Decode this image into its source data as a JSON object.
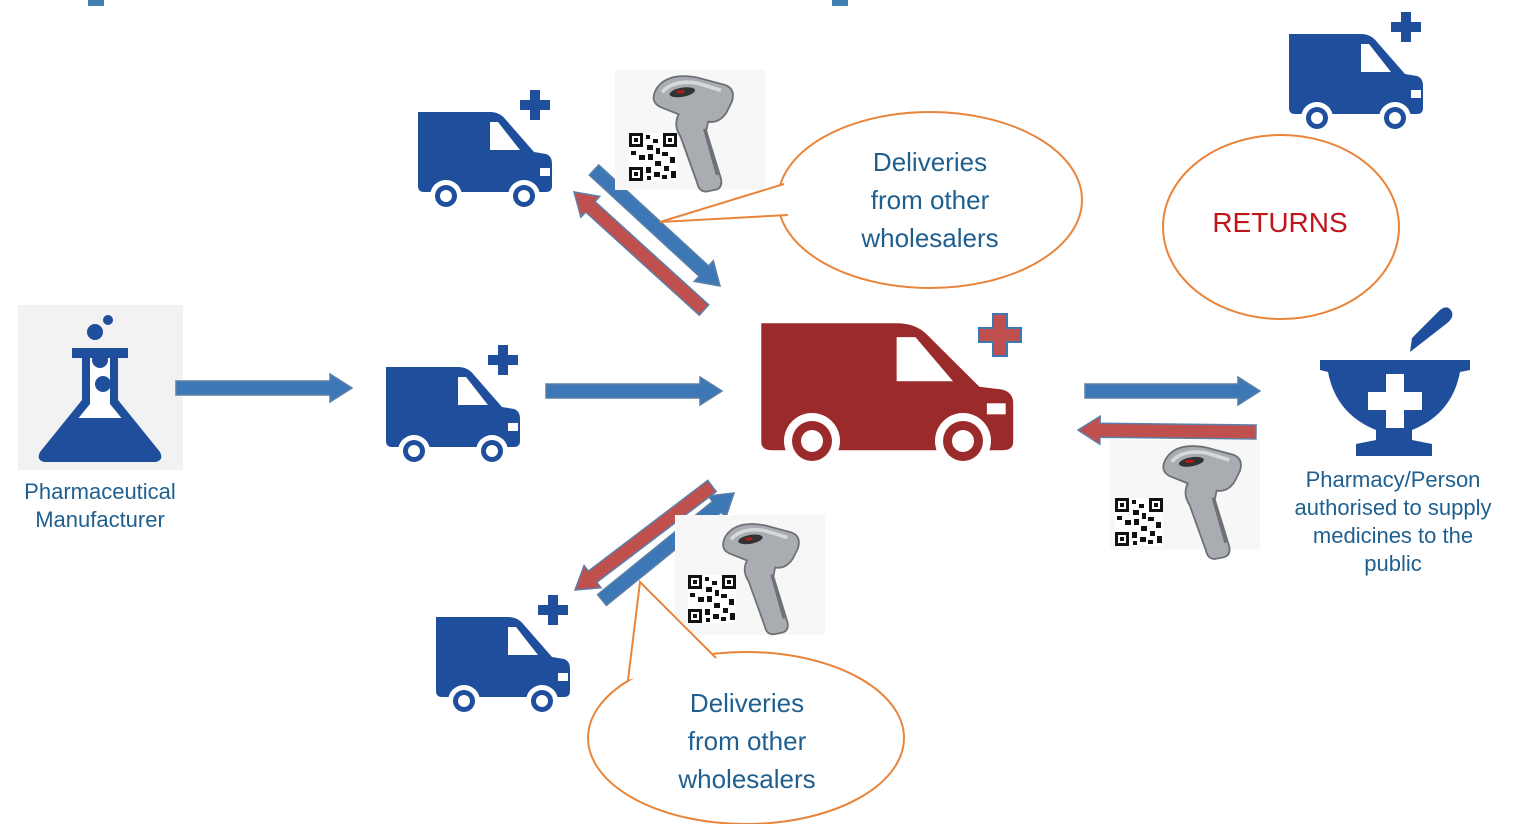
{
  "colors": {
    "van_blue": "#1f4e9c",
    "van_red": "#9b2a2a",
    "arrow_blue": "#3d77b5",
    "arrow_red": "#c0504d",
    "arrow_outline": "#5b7fa8",
    "bubble_border": "#e8853a",
    "text_blue": "#1f5f8f",
    "returns_red": "#c0161b",
    "cross_red": "#c0504d"
  },
  "icons": {
    "manufacturer": "chemistry-flask-icon",
    "van": "delivery-van-icon",
    "wholesaler": "delivery-van-icon",
    "pharmacy": "mortar-pestle-cross-icon",
    "scanner": "barcode-scanner-icon",
    "qr": "qr-code-icon"
  },
  "nodes": {
    "manufacturer_line1": "Pharmaceutical",
    "manufacturer_line2": "Manufacturer",
    "pharmacy_line1": "Pharmacy/Person",
    "pharmacy_line2": "authorised to supply",
    "pharmacy_line3": "medicines to the",
    "pharmacy_line4": "public"
  },
  "bubbles": {
    "top_line1": "Deliveries",
    "top_line2": "from other",
    "top_line3": "wholesalers",
    "bottom_line1": "Deliveries",
    "bottom_line2": "from other",
    "bottom_line3": "wholesalers",
    "returns": "RETURNS"
  }
}
